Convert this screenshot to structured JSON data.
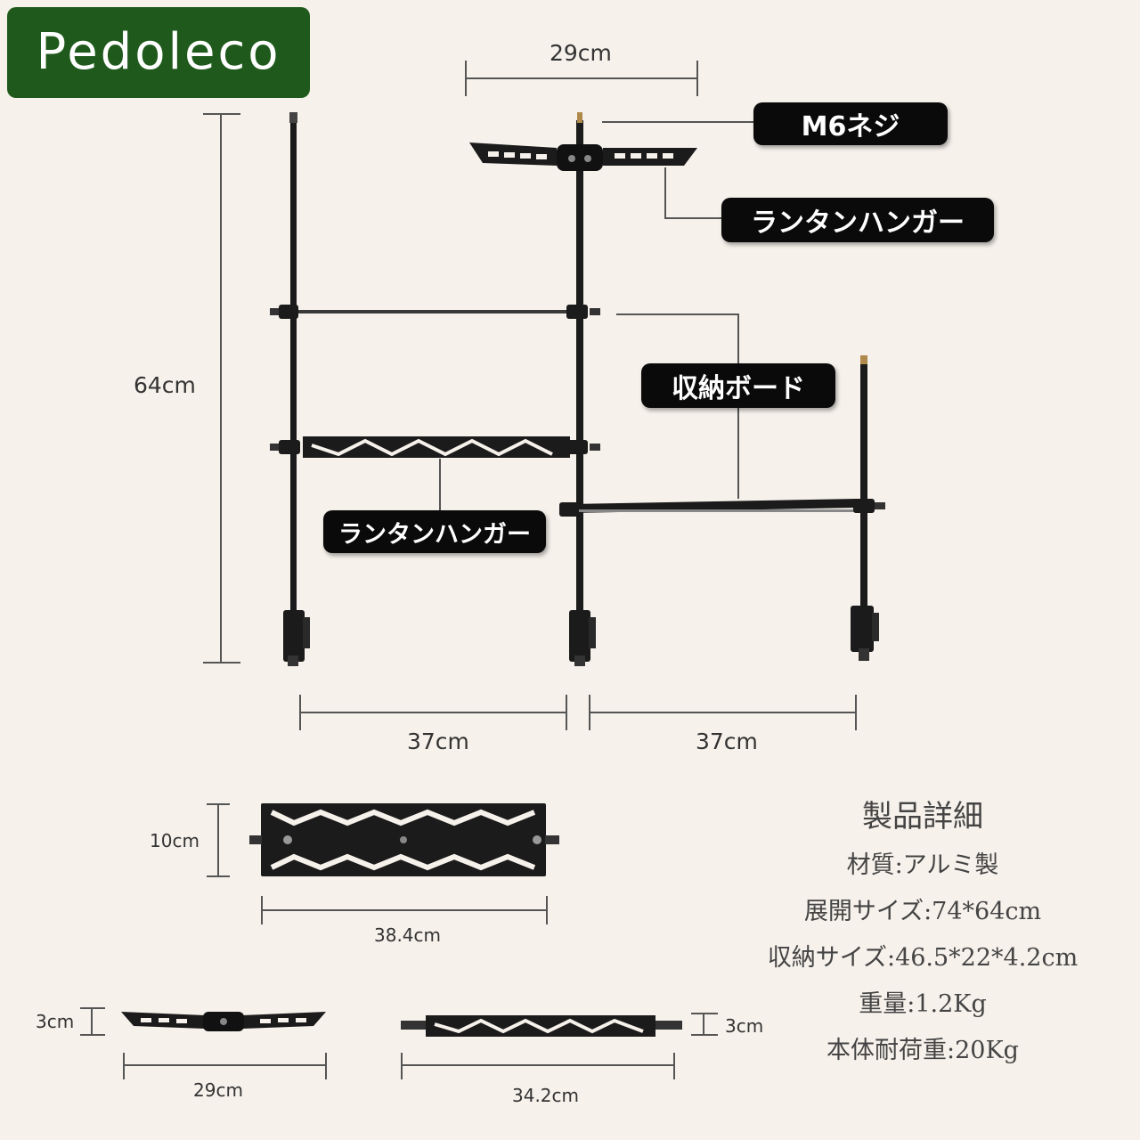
{
  "brand": {
    "name": "Pedoleco",
    "color": "#1f5a1c"
  },
  "dimensions": {
    "top_width": "29cm",
    "height": "64cm",
    "left_width": "37cm",
    "right_width": "37cm",
    "board_height": "10cm",
    "board_width": "38.4cm",
    "small_hanger_height": "3cm",
    "small_hanger_width": "29cm",
    "long_hanger_height": "3cm",
    "long_hanger_width": "34.2cm"
  },
  "callouts": {
    "screw": "M6ネジ",
    "lantern_hanger_top": "ランタンハンガー",
    "storage_board": "収納ボード",
    "lantern_hanger_bottom": "ランタンハンガー"
  },
  "details": {
    "title": "製品詳細",
    "lines": [
      "材質:アルミ製",
      "展開サイズ:74*64cm",
      "収納サイズ:46.5*22*4.2cm",
      "重量:1.2Kg",
      "本体耐荷重:20Kg"
    ]
  },
  "colors": {
    "background": "#f6f1eb",
    "metal": "#1b1b1b",
    "tag": "#0a0a0a",
    "brass": "#b08a4a"
  }
}
